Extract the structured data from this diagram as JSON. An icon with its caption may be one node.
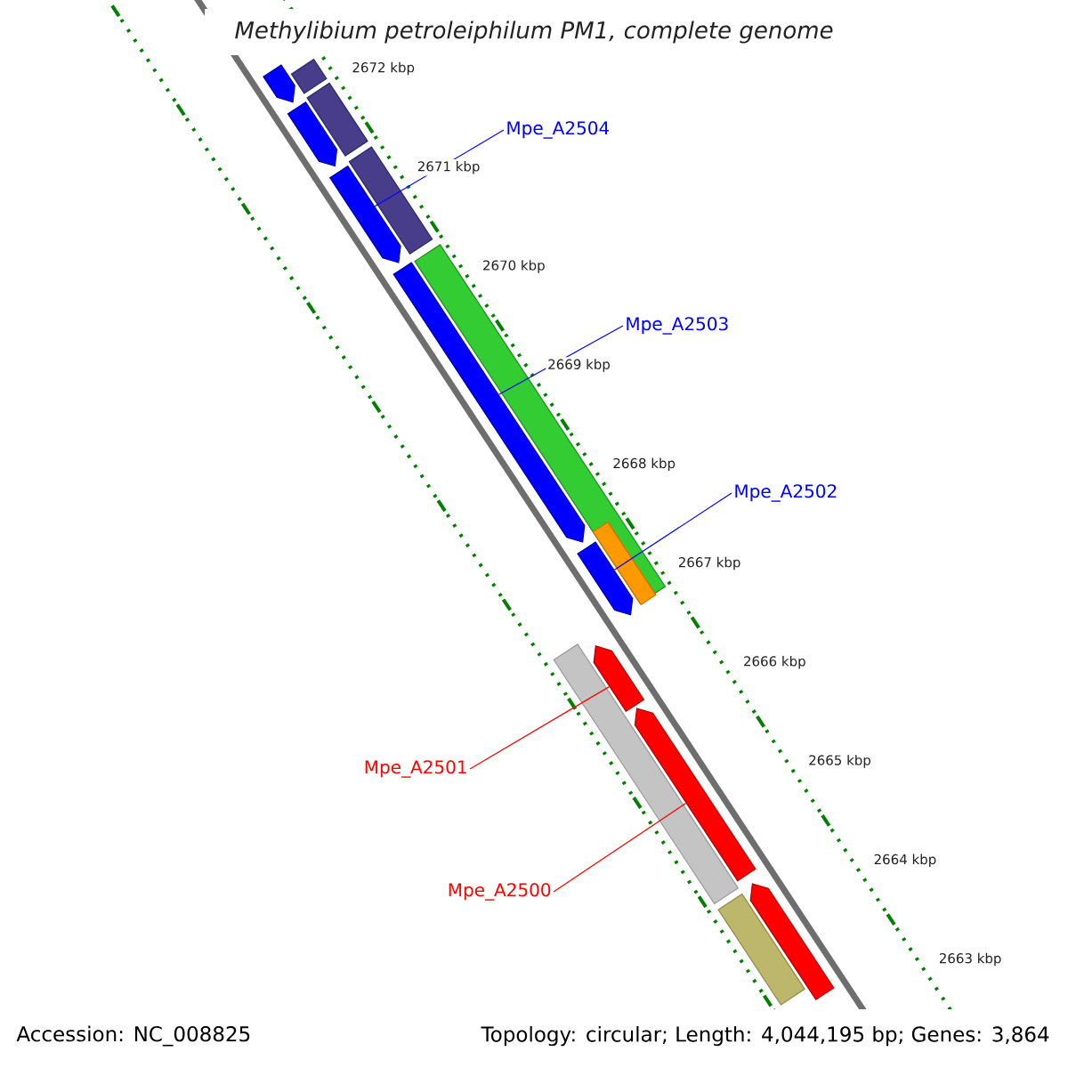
{
  "diagram": {
    "title": "Methylibium petroleiphilum PM1, complete genome",
    "nodes": [
      {
        "text": [
          "Mpe_A2504"
        ]
      },
      {
        "text": [
          "Mpe_A2503"
        ]
      },
      {
        "text": [
          "Mpe_A2502"
        ]
      },
      {
        "text": [
          "Mpe_A2501"
        ]
      },
      {
        "text": [
          "Mpe_A2500"
        ]
      },
      {
        "text": [],
        "shape": "bar"
      },
      {
        "text": [],
        "shape": "arrow"
      },
      {
        "text": [],
        "shape": "bar"
      },
      {
        "text": [],
        "shape": "arrow"
      },
      {
        "text": [],
        "shape": "bar"
      },
      {
        "text": [],
        "shape": "arrow"
      },
      {
        "text": [],
        "shape": "bar"
      },
      {
        "text": [],
        "shape": "arrow"
      },
      {
        "text": [],
        "shape": "bar",
        "in": 11
      },
      {
        "text": [],
        "shape": "arrow"
      },
      {
        "text": [],
        "shape": "bar"
      },
      {
        "text": [],
        "shape": "arrow"
      },
      {
        "text": [],
        "shape": "arrow"
      },
      {
        "text": [],
        "shape": "bar"
      },
      {
        "text": [],
        "shape": "arrow"
      }
    ],
    "edges": [
      {
        "from": 0,
        "to": 10,
        "arrow": "none"
      },
      {
        "from": 1,
        "to": 12,
        "arrow": "none"
      },
      {
        "from": 2,
        "to": 14,
        "arrow": "none"
      },
      {
        "from": 3,
        "to": 16,
        "arrow": "none",
        "color": "#ff0000"
      },
      {
        "from": 4,
        "to": 17,
        "arrow": "none",
        "color": "#ff0000"
      }
    ],
    "labels": [
      "2672 kbp",
      "2671 kbp",
      "2670 kbp",
      "2669 kbp",
      "2668 kbp",
      "2667 kbp",
      "2666 kbp",
      "2665 kbp",
      "2664 kbp",
      "2663 kbp",
      "Accession: NC_008825",
      "Topology: circular; Length: 4,044,195 bp; Genes: 3,864"
    ]
  }
}
